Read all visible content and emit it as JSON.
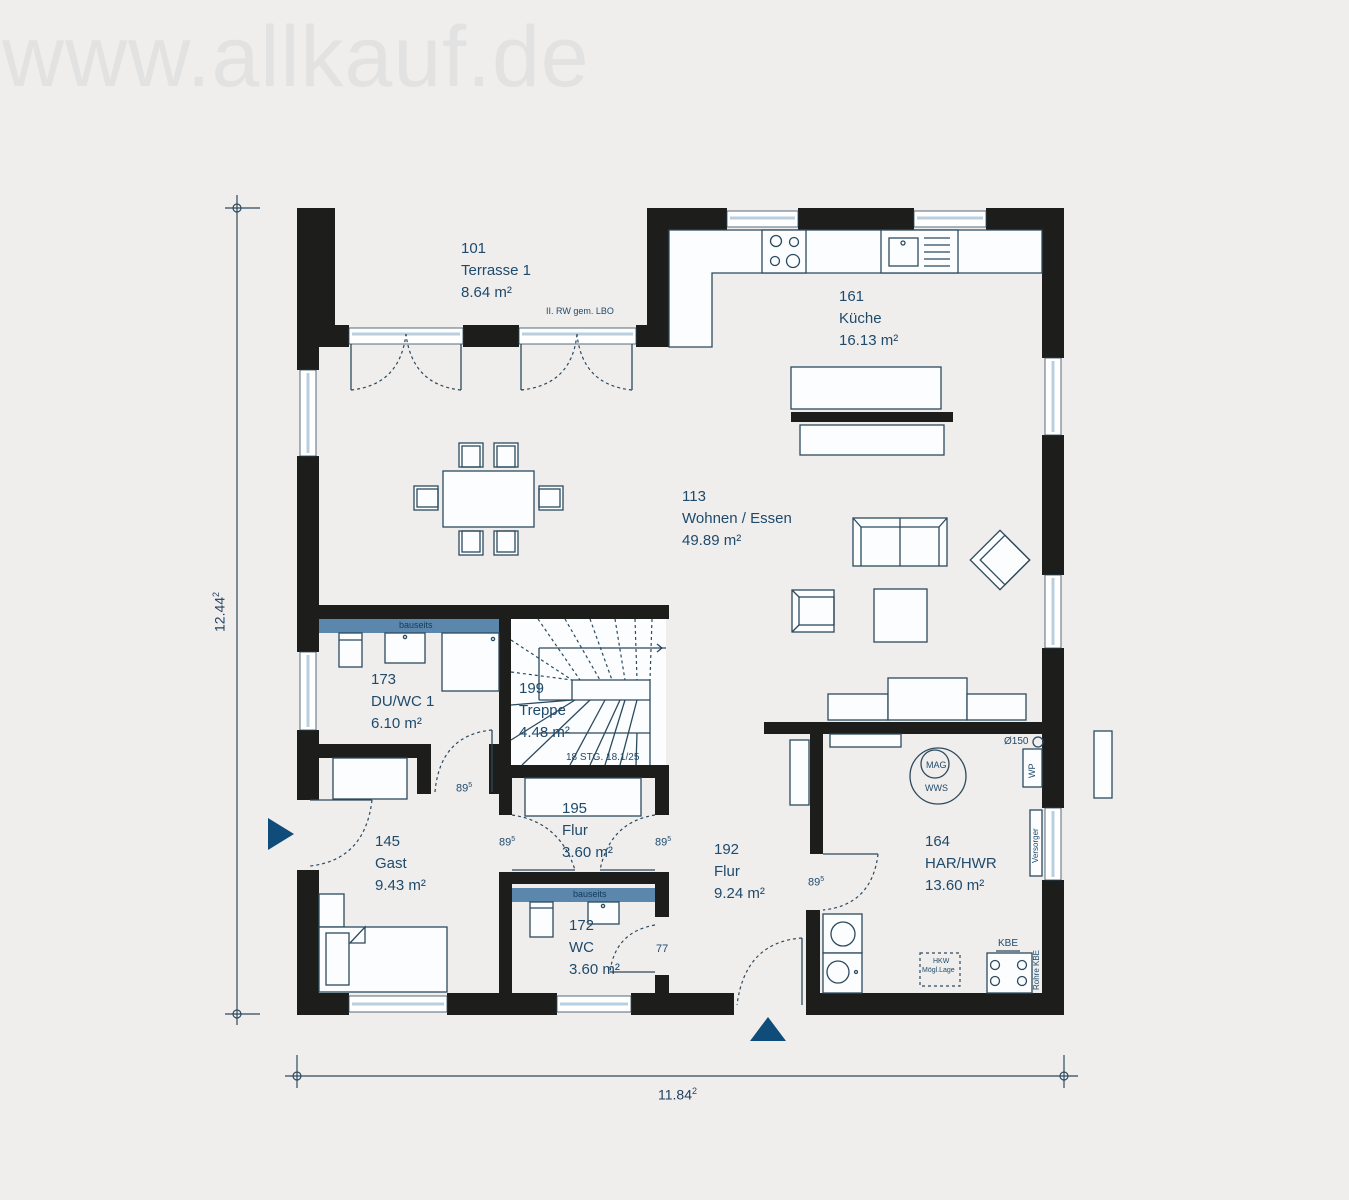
{
  "watermark": "www.allkauf.de",
  "colors": {
    "background": "#f0eeed",
    "wall": "#1d1d1b",
    "line": "#2c4a5e",
    "text": "#1e4a6b",
    "accent": "#0f4c7a",
    "window_glass": "#b9cfe0",
    "sanitary_band": "#5b87ad"
  },
  "rooms": [
    {
      "number": "101",
      "name": "Terrasse 1",
      "area": "8.64 m²"
    },
    {
      "number": "161",
      "name": "Küche",
      "area": "16.13 m²"
    },
    {
      "number": "113",
      "name": "Wohnen / Essen",
      "area": "49.89 m²"
    },
    {
      "number": "173",
      "name": "DU/WC 1",
      "area": "6.10 m²"
    },
    {
      "number": "199",
      "name": "Treppe",
      "area": "4.48 m²"
    },
    {
      "number": "195",
      "name": "Flur",
      "area": "3.60 m²"
    },
    {
      "number": "192",
      "name": "Flur",
      "area": "9.24 m²"
    },
    {
      "number": "145",
      "name": "Gast",
      "area": "9.43 m²"
    },
    {
      "number": "172",
      "name": "WC",
      "area": "3.60 m²"
    },
    {
      "number": "164",
      "name": "HAR/HWR",
      "area": "13.60 m²"
    }
  ],
  "annotations": {
    "terrace_note": "II. RW gem. LBO",
    "bauseits_1": "bauseits",
    "bauseits_2": "bauseits",
    "stairs_note": "18 STG. 18.1/25",
    "pipe_diameter": "Ø150",
    "wp": "WP",
    "versorger": "Versorger",
    "mag": "MAG",
    "wws": "WWS",
    "hkw_line1": "HKW",
    "hkw_line2": "Mögl.Lage",
    "kbe": "KBE",
    "rohre_kbe": "Rohre KBE"
  },
  "door_widths": [
    {
      "value": "89",
      "sup": "5"
    },
    {
      "value": "89",
      "sup": "5"
    },
    {
      "value": "89",
      "sup": "5"
    },
    {
      "value": "89",
      "sup": "5"
    },
    {
      "value": "77",
      "sup": ""
    }
  ],
  "dimensions": {
    "height": {
      "value": "12.44",
      "sup": "2"
    },
    "width": {
      "value": "11.84",
      "sup": "2"
    }
  },
  "entrances": [
    "entrance-arrow-bottom",
    "entrance-arrow-left"
  ]
}
